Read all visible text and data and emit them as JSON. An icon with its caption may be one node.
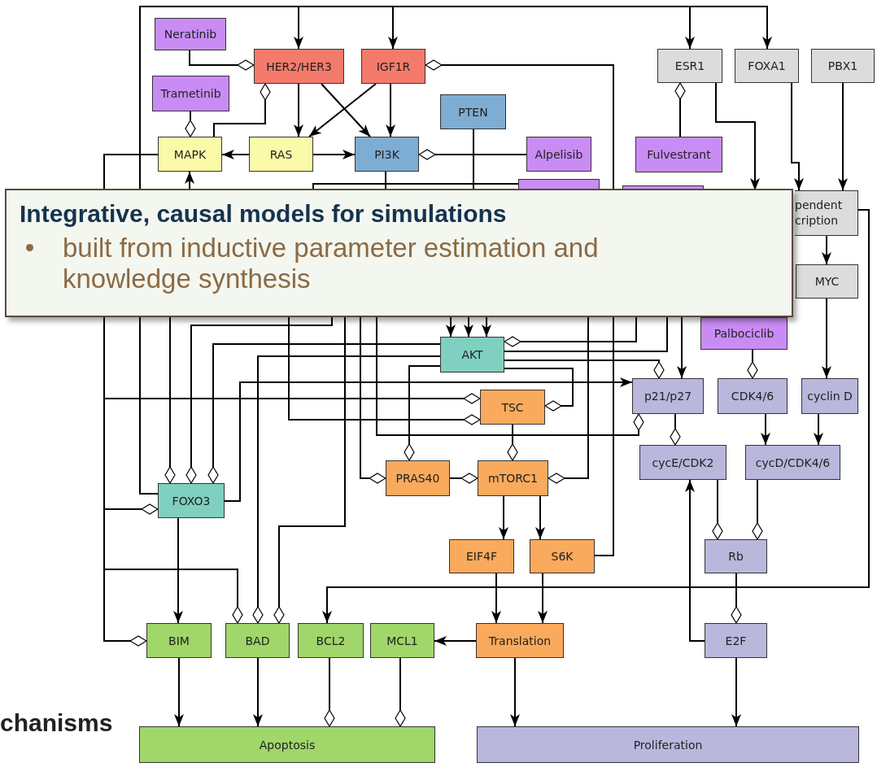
{
  "diagram": {
    "nodes": [
      {
        "text": [
          "Neratinib"
        ]
      },
      {
        "text": [
          "HER2/HER3"
        ]
      },
      {
        "text": [
          "IGF1R"
        ]
      },
      {
        "text": [
          "Trametinib"
        ]
      },
      {
        "text": [
          "PTEN"
        ]
      },
      {
        "text": [
          "MAPK"
        ]
      },
      {
        "text": [
          "RAS"
        ]
      },
      {
        "text": [
          "PI3K"
        ]
      },
      {
        "text": [
          "Alpelisib"
        ]
      },
      {
        "text": [
          "Fulvestrant"
        ]
      },
      {
        "text": [
          "ESR1"
        ]
      },
      {
        "text": [
          "FOXA1"
        ]
      },
      {
        "text": [
          "PBX1"
        ]
      },
      {
        "text": [],
        "shape": "box"
      },
      {
        "text": [],
        "shape": "box"
      },
      {
        "text": [
          "pendent cription"
        ]
      },
      {
        "text": [
          "MYC"
        ]
      },
      {
        "text": [
          "Palbociclib"
        ]
      },
      {
        "text": [
          "AKT"
        ]
      },
      {
        "text": [
          "p21/p27"
        ]
      },
      {
        "text": [
          "CDK4/6"
        ]
      },
      {
        "text": [
          "cyclin D"
        ]
      },
      {
        "text": [
          "TSC"
        ]
      },
      {
        "text": [
          "FOXO3"
        ]
      },
      {
        "text": [
          "PRAS40"
        ]
      },
      {
        "text": [
          "mTORC1"
        ]
      },
      {
        "text": [
          "cycE/CDK2"
        ]
      },
      {
        "text": [
          "cycD/CDK4/6"
        ]
      },
      {
        "text": [
          "EIF4F"
        ]
      },
      {
        "text": [
          "S6K"
        ]
      },
      {
        "text": [
          "Rb"
        ]
      },
      {
        "text": [
          "BIM"
        ]
      },
      {
        "text": [
          "BAD"
        ]
      },
      {
        "text": [
          "BCL2"
        ]
      },
      {
        "text": [
          "MCL1"
        ]
      },
      {
        "text": [
          "Translation"
        ]
      },
      {
        "text": [
          "E2F"
        ]
      },
      {
        "text": [
          "Apoptosis"
        ]
      },
      {
        "text": [
          "Proliferation"
        ]
      }
    ],
    "edges": [
      {
        "from": 23,
        "to": 1,
        "arrow": "to"
      },
      {
        "from": 23,
        "to": 2,
        "arrow": "to"
      },
      {
        "from": 23,
        "to": 10,
        "arrow": "to"
      },
      {
        "from": 23,
        "to": 11,
        "arrow": "to"
      },
      {
        "from": 0,
        "to": 1,
        "arrow": "other"
      },
      {
        "from": 29,
        "to": 2,
        "arrow": "other"
      },
      {
        "from": 1,
        "to": 6,
        "arrow": "to"
      },
      {
        "from": 1,
        "to": 7,
        "arrow": "to"
      },
      {
        "from": 2,
        "to": 6,
        "arrow": "to"
      },
      {
        "from": 2,
        "to": 7,
        "arrow": "to"
      },
      {
        "from": 5,
        "to": 1,
        "arrow": "other"
      },
      {
        "from": 3,
        "to": 5,
        "arrow": "other"
      },
      {
        "from": 6,
        "to": 5,
        "arrow": "to"
      },
      {
        "from": 6,
        "to": 7,
        "arrow": "to"
      },
      {
        "from": 8,
        "to": 7,
        "arrow": "other"
      },
      {
        "from": 9,
        "to": 10,
        "arrow": "other"
      },
      {
        "from": 10,
        "to": null,
        "arrow": "to"
      },
      {
        "from": 11,
        "to": 15,
        "arrow": "to"
      },
      {
        "from": 12,
        "to": 15,
        "arrow": "to"
      },
      {
        "from": 15,
        "to": 16,
        "arrow": "to"
      },
      {
        "from": 15,
        "to": 33,
        "arrow": "to"
      },
      {
        "from": 16,
        "to": 21,
        "arrow": "to"
      },
      {
        "from": 17,
        "to": 20,
        "arrow": "other"
      },
      {
        "from": 20,
        "to": 27,
        "arrow": "to"
      },
      {
        "from": 21,
        "to": 27,
        "arrow": "to"
      },
      {
        "from": 19,
        "to": 26,
        "arrow": "other"
      },
      {
        "from": 26,
        "to": 30,
        "arrow": "other"
      },
      {
        "from": 27,
        "to": 30,
        "arrow": "other"
      },
      {
        "from": 30,
        "to": 36,
        "arrow": "other"
      },
      {
        "from": 36,
        "to": 26,
        "arrow": "to"
      },
      {
        "from": 36,
        "to": 38,
        "arrow": "to"
      },
      {
        "from": 35,
        "to": 38,
        "arrow": "to"
      },
      {
        "from": 35,
        "to": 34,
        "arrow": "to"
      },
      {
        "from": 25,
        "to": 28,
        "arrow": "to"
      },
      {
        "from": 25,
        "to": 29,
        "arrow": "to"
      },
      {
        "from": 28,
        "to": 35,
        "arrow": "to"
      },
      {
        "from": 29,
        "to": 35,
        "arrow": "to"
      },
      {
        "from": 31,
        "to": 37,
        "arrow": "to"
      },
      {
        "from": 32,
        "to": 37,
        "arrow": "to"
      },
      {
        "from": 33,
        "to": 37,
        "arrow": "other"
      },
      {
        "from": 34,
        "to": 37,
        "arrow": "other"
      },
      {
        "from": 5,
        "to": 31,
        "arrow": "other"
      },
      {
        "from": 5,
        "to": 32,
        "arrow": "other"
      },
      {
        "from": 5,
        "to": 23,
        "arrow": "other"
      },
      {
        "from": 5,
        "to": 22,
        "arrow": "other"
      },
      {
        "from": 23,
        "to": 19,
        "arrow": "to"
      },
      {
        "from": 23,
        "to": 31,
        "arrow": "to"
      },
      {
        "from": 18,
        "to": 23,
        "arrow": "other"
      },
      {
        "from": 18,
        "to": 32,
        "arrow": "other"
      },
      {
        "from": 18,
        "to": 24,
        "arrow": "other"
      },
      {
        "from": 24,
        "to": 25,
        "arrow": "other"
      },
      {
        "from": 22,
        "to": 25,
        "arrow": "other"
      },
      {
        "from": 18,
        "to": 22,
        "arrow": "other"
      },
      {
        "from": 18,
        "to": 19,
        "arrow": "other"
      },
      {
        "from": 18,
        "to": null,
        "arrow": "none"
      },
      {
        "from": null,
        "to": 18,
        "arrow": "other"
      },
      {
        "from": null,
        "to": 18,
        "arrow": "to"
      },
      {
        "from": null,
        "to": 18,
        "arrow": "to"
      },
      {
        "from": null,
        "to": 18,
        "arrow": "to"
      },
      {
        "from": null,
        "to": 23,
        "arrow": "other"
      },
      {
        "from": null,
        "to": 23,
        "arrow": "other"
      },
      {
        "from": null,
        "to": 32,
        "arrow": "other"
      },
      {
        "from": null,
        "to": 24,
        "arrow": "other"
      },
      {
        "from": null,
        "to": 22,
        "arrow": "other"
      },
      {
        "from": null,
        "to": 19,
        "arrow": "other"
      },
      {
        "from": null,
        "to": 25,
        "arrow": "other"
      },
      {
        "from": null,
        "to": 19,
        "arrow": "to"
      },
      {
        "from": 4,
        "to": null,
        "arrow": "none"
      },
      {
        "from": 7,
        "to": null,
        "arrow": "none"
      },
      {
        "from": null,
        "to": 5,
        "arrow": "to"
      },
      {
        "from": 13,
        "to": null,
        "arrow": "none"
      }
    ],
    "labels": [
      "Integrative, causal models for simulations",
      "built from inductive parameter estimation and knowledge synthesis",
      "chanisms"
    ]
  }
}
